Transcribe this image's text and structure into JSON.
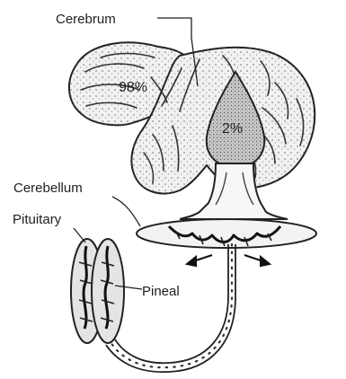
{
  "labels": {
    "cerebrum": "Cerebrum",
    "cerebellum": "Cerebellum",
    "pituitary": "Pituitary",
    "pineal": "Pineal",
    "cerebrum_share": "98%",
    "core_share": "2%"
  }
}
